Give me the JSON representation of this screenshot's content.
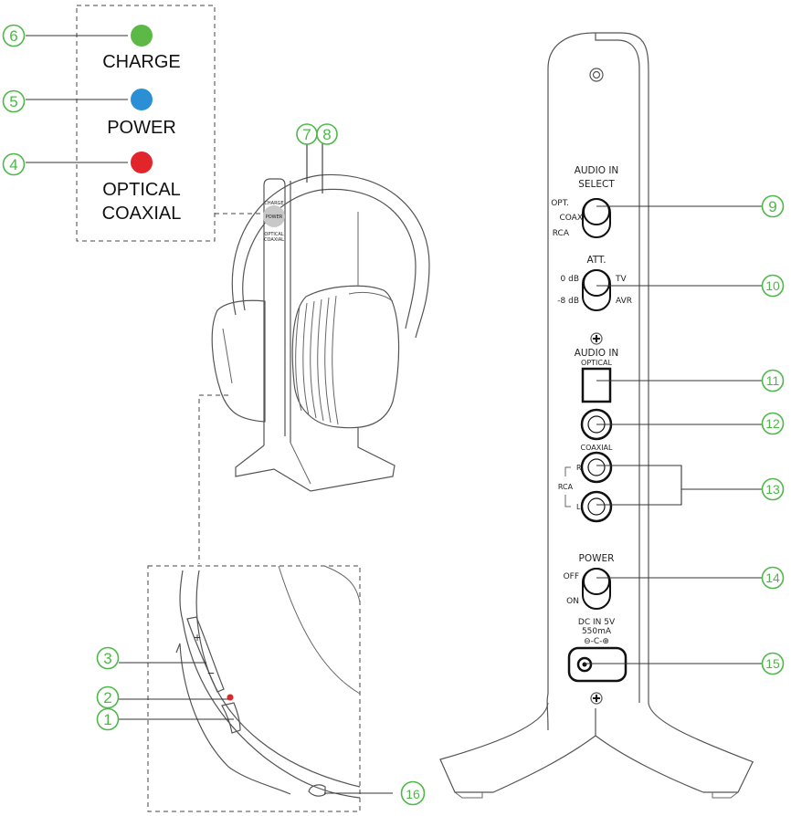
{
  "indicator_panel": {
    "leds": [
      {
        "callout": "6",
        "label": "CHARGE",
        "color": "#5cb946"
      },
      {
        "callout": "5",
        "label": "POWER",
        "color": "#2b8fd6"
      },
      {
        "callout": "4",
        "label": "OPTICAL",
        "label2": "COAXIAL",
        "color": "#e2242b"
      }
    ]
  },
  "headphone_view": {
    "callouts": [
      "7",
      "8"
    ],
    "stand_labels": {
      "charge": "CHARGE",
      "power": "POWER",
      "optical": "OPTICAL",
      "coaxial": "COAXIAL"
    }
  },
  "earcup_detail": {
    "callouts": [
      {
        "number": "3",
        "target": "volume-buttons"
      },
      {
        "number": "2",
        "target": "status-led"
      },
      {
        "number": "1",
        "target": "power-button"
      },
      {
        "number": "16",
        "target": "charging-contact"
      }
    ],
    "button_symbols": {
      "plus": "+",
      "minus": "−"
    },
    "led_color": "#e2242b"
  },
  "transmitter_back": {
    "audio_select": {
      "title1": "AUDIO IN",
      "title2": "SELECT",
      "options": [
        "OPT.",
        "COAX",
        "RCA"
      ],
      "callout": "9"
    },
    "attenuation": {
      "title": "ATT.",
      "left": [
        "0 dB",
        "-8 dB"
      ],
      "right": [
        "TV",
        "AVR"
      ],
      "callout": "10"
    },
    "optical": {
      "title1": "AUDIO IN",
      "title2": "OPTICAL",
      "callout": "11"
    },
    "coaxial": {
      "label": "COAXIAL",
      "callout": "12"
    },
    "rca": {
      "label": "RCA",
      "right": "R",
      "left": "L",
      "callout": "13"
    },
    "power": {
      "title": "POWER",
      "options": [
        "OFF",
        "ON"
      ],
      "callout": "14"
    },
    "dc_in": {
      "line1": "DC IN 5V",
      "line2": "550mA",
      "polarity": "⊖-C-⊕",
      "callout": "15"
    }
  },
  "colors": {
    "callout": "#4db848",
    "line": "#555555"
  }
}
